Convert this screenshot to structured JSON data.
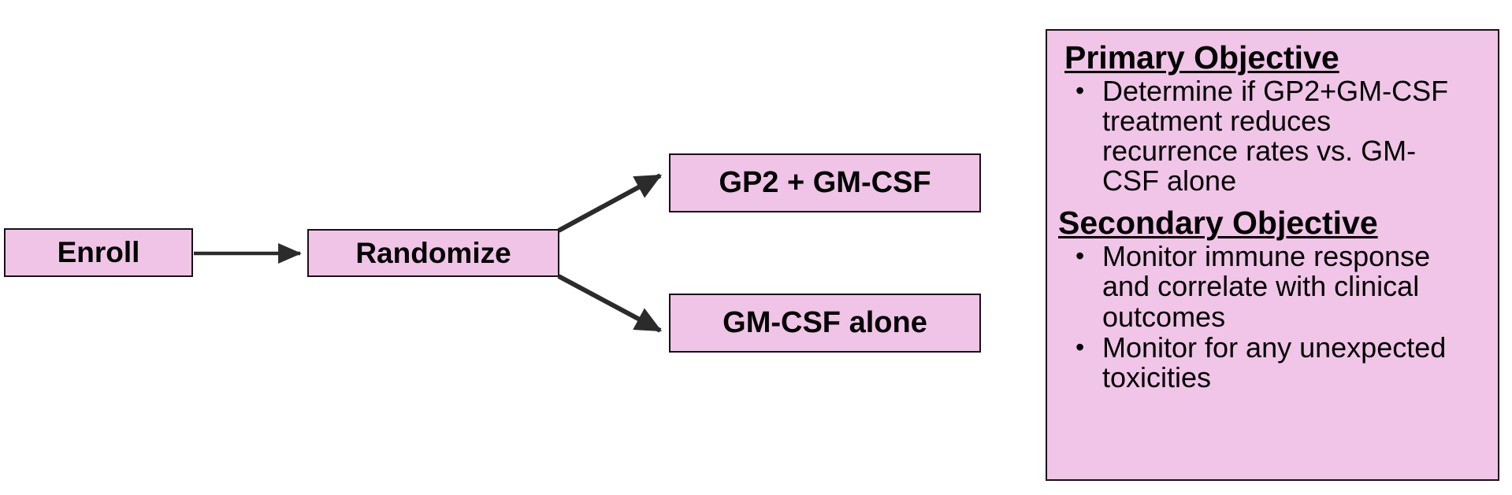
{
  "colors": {
    "box_fill": "#efc4e6",
    "panel_fill": "#f0c5e7",
    "border": "#181018",
    "arrow": "#2b2b2b",
    "text": "#000000",
    "background": "#ffffff"
  },
  "flow": {
    "nodes": [
      {
        "id": "enroll",
        "label": "Enroll"
      },
      {
        "id": "randomize",
        "label": "Randomize"
      },
      {
        "id": "arm_gp2",
        "label": "GP2 + GM-CSF"
      },
      {
        "id": "arm_gmcsf",
        "label": "GM-CSF alone"
      }
    ],
    "edges": [
      {
        "from": "enroll",
        "to": "randomize"
      },
      {
        "from": "randomize",
        "to": "arm_gp2"
      },
      {
        "from": "randomize",
        "to": "arm_gmcsf"
      }
    ]
  },
  "objectives": {
    "primary": {
      "heading": "Primary Objective",
      "bullets": [
        "Determine if GP2+GM-CSF treatment reduces recurrence rates vs. GM-CSF alone"
      ]
    },
    "secondary": {
      "heading": "Secondary Objective",
      "bullets": [
        "Monitor immune response and correlate with clinical outcomes",
        "Monitor for any unexpected toxicities"
      ]
    },
    "bullet_glyph": "•"
  }
}
